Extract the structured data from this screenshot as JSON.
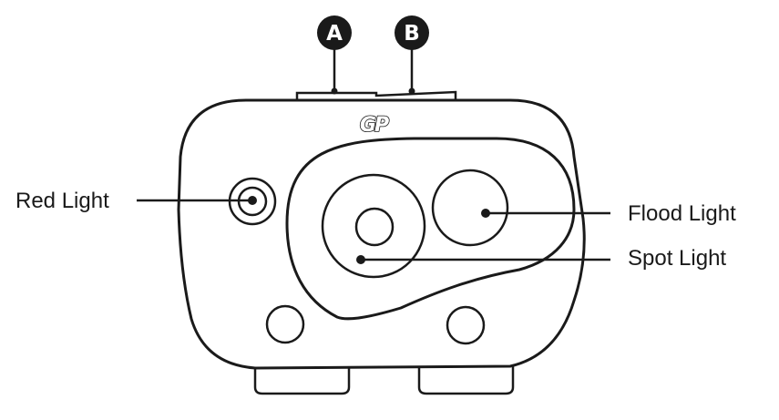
{
  "diagram": {
    "buttons": [
      {
        "id": "A",
        "label": "A"
      },
      {
        "id": "B",
        "label": "B"
      }
    ],
    "logo": "GP",
    "callouts": {
      "red_light": "Red Light",
      "flood_light": "Flood Light",
      "spot_light": "Spot Light"
    },
    "colors": {
      "line": "#1a1a1a",
      "background": "#ffffff"
    }
  }
}
